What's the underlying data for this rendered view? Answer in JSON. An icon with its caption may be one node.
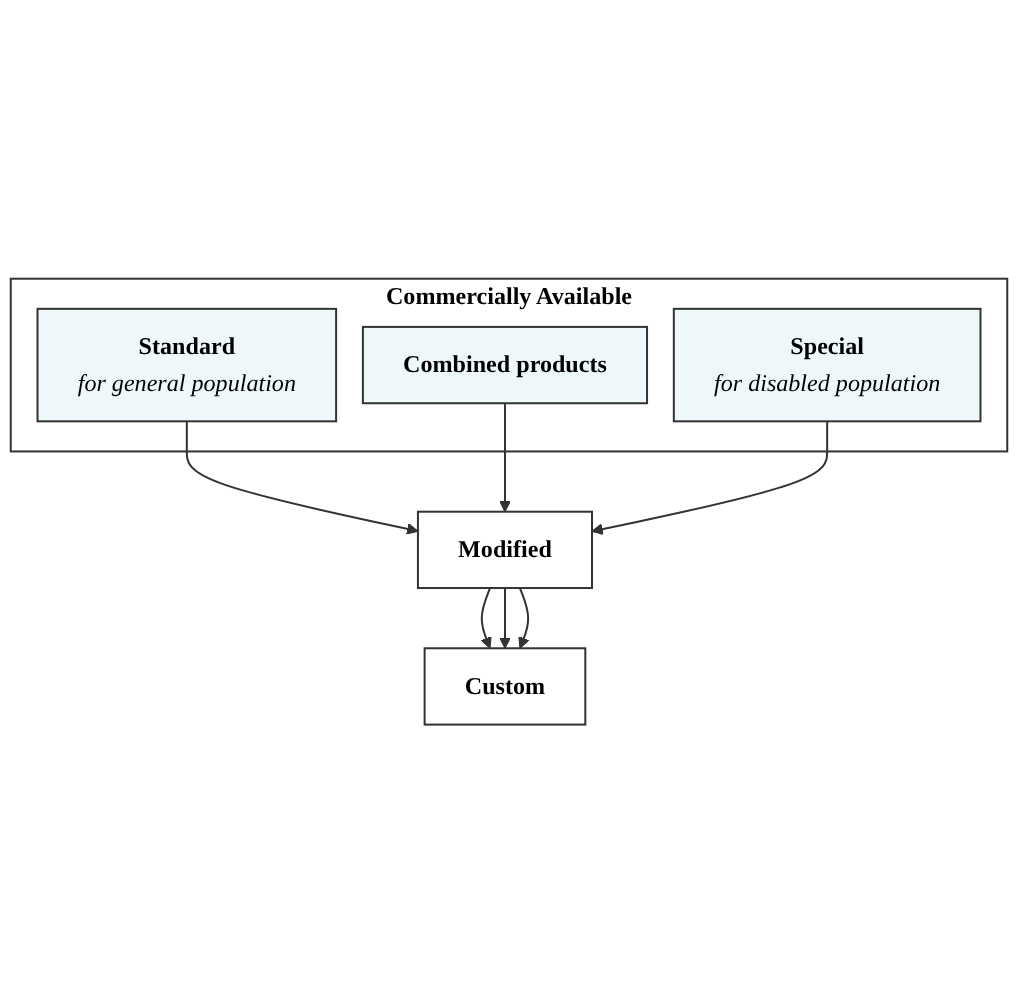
{
  "diagram": {
    "nodes": [
      {
        "text": [
          "Commercially Available"
        ]
      },
      {
        "text": [
          "Standard",
          "for general population"
        ],
        "in": 0
      },
      {
        "text": [
          "Combined products"
        ],
        "in": 0
      },
      {
        "text": [
          "Special",
          "for disabled population"
        ],
        "in": 0
      },
      {
        "text": [
          "Modified"
        ]
      },
      {
        "text": [
          "Custom"
        ]
      }
    ],
    "edges": [
      {
        "from": 1,
        "to": 4,
        "arrow": "to"
      },
      {
        "from": 2,
        "to": 4,
        "arrow": "to"
      },
      {
        "from": 3,
        "to": 4,
        "arrow": "to"
      },
      {
        "from": 4,
        "to": 5,
        "arrow": "to"
      },
      {
        "from": 4,
        "to": 5,
        "arrow": "to"
      },
      {
        "from": 4,
        "to": 5,
        "arrow": "to"
      }
    ]
  }
}
